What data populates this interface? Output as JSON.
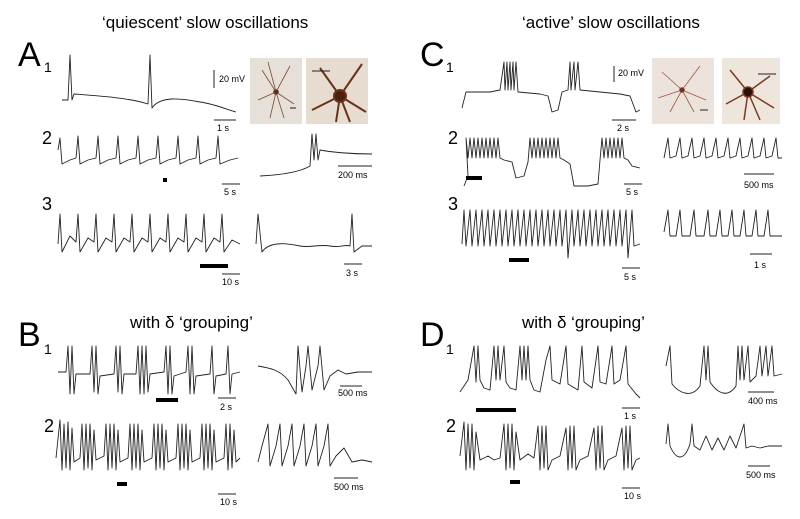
{
  "panels": {
    "A": {
      "letter": "A",
      "sub": "1",
      "title": "‘quiescent’ slow oscillations",
      "rows": [
        "2",
        "3"
      ],
      "scales": [
        "20 mV",
        "1 s",
        "5 s",
        "200 ms",
        "10 s",
        "3 s"
      ]
    },
    "B": {
      "letter": "B",
      "sub": "1",
      "title": "with δ ‘grouping’",
      "rows": [
        "2"
      ],
      "scales": [
        "2 s",
        "500 ms",
        "10 s",
        "500 ms"
      ]
    },
    "C": {
      "letter": "C",
      "sub": "1",
      "title": "‘active’ slow oscillations",
      "rows": [
        "2",
        "3"
      ],
      "scales": [
        "20 mV",
        "2 s",
        "5 s",
        "500 ms",
        "5 s",
        "1 s"
      ]
    },
    "D": {
      "letter": "D",
      "sub": "1",
      "title": "with δ ‘grouping’",
      "rows": [
        "2"
      ],
      "scales": [
        "1 s",
        "400 ms",
        "10 s",
        "500 ms"
      ]
    }
  }
}
